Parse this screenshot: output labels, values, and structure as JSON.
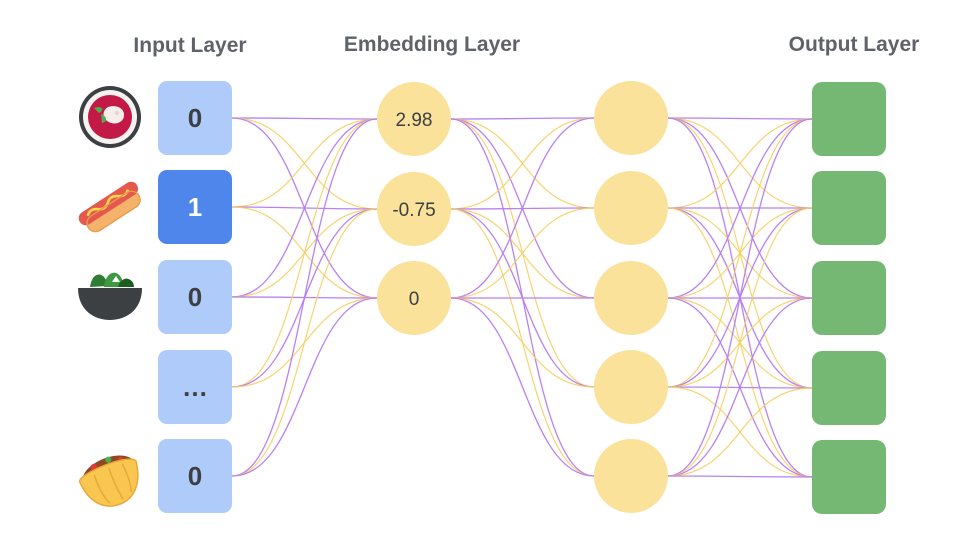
{
  "titles": {
    "input": "Input Layer",
    "embedding": "Embedding Layer",
    "output": "Output Layer"
  },
  "input_nodes": [
    {
      "value": "0",
      "active": false,
      "icon": "beet-soup-icon"
    },
    {
      "value": "1",
      "active": true,
      "icon": "hot-dog-icon"
    },
    {
      "value": "0",
      "active": false,
      "icon": "salad-icon"
    },
    {
      "value": "…",
      "active": false,
      "icon": ""
    },
    {
      "value": "0",
      "active": false,
      "icon": "shawarma-icon"
    }
  ],
  "embedding_nodes": [
    "2.98",
    "-0.75",
    "0"
  ],
  "hidden_node_count": 5,
  "output_node_count": 5,
  "colors": {
    "input_inactive": "#aecbfa",
    "input_active": "#4f86ec",
    "embedding": "#fbe29b",
    "hidden": "#fbe29b",
    "output": "#74b873",
    "edge_primary": "#b57bf0",
    "edge_secondary": "#f6cf62",
    "title": "#5f6368"
  }
}
